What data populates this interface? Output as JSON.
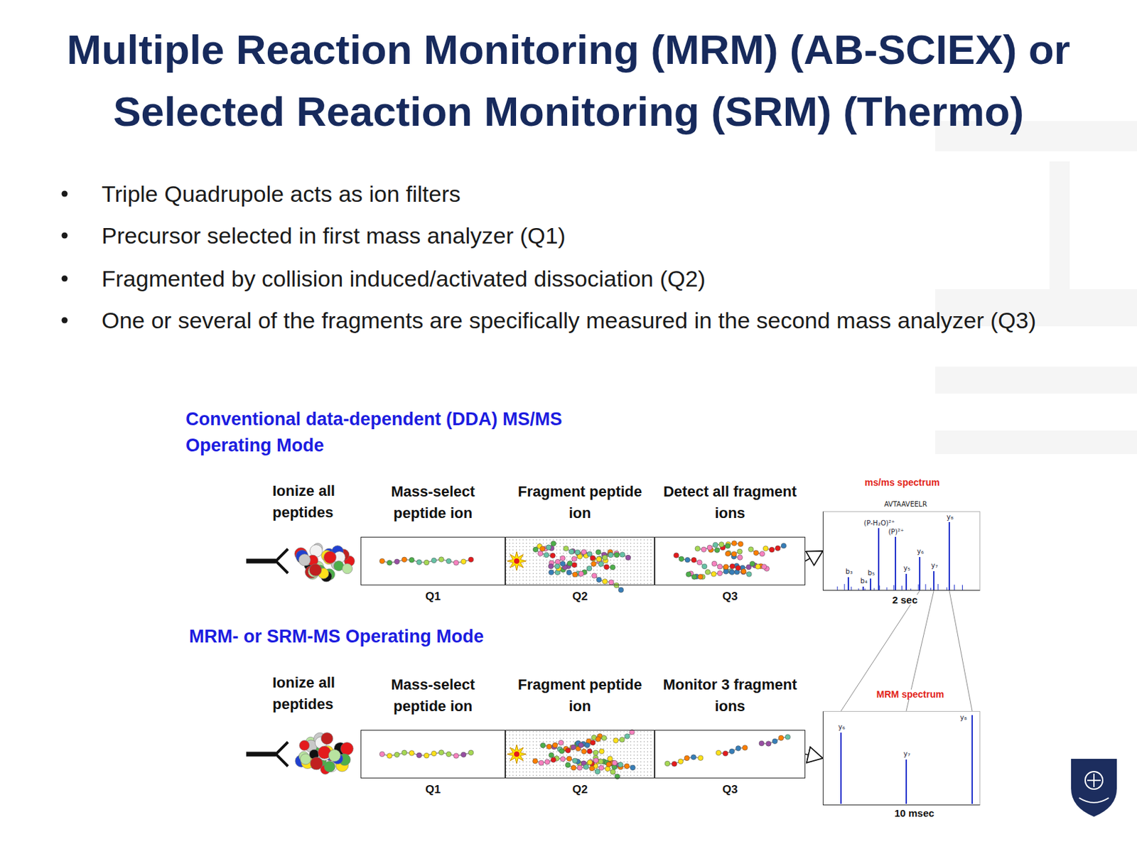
{
  "diagram": {
    "title": "Multiple Reaction Monitoring (MRM) (AB-SCIEX) or Selected Reaction Monitoring (SRM) (Thermo)",
    "nodes": [
      {
        "text": [
          "Mass-select peptide ion",
          "Q1"
        ]
      },
      {
        "text": [
          "Fragment peptide ion",
          "Q2"
        ]
      },
      {
        "text": [
          "Detect all fragment ions",
          "Q3"
        ]
      },
      {
        "text": [
          "ms/ms spectrum",
          "AVTAAVEELR",
          "(P-H₂O)²⁺",
          "(P)²⁺",
          "b₃",
          "b₄",
          "b₅",
          "y₅",
          "y₆",
          "y₇",
          "y₈",
          "2 sec"
        ]
      },
      {
        "text": [
          "Mass-select peptide ion",
          "Q1"
        ]
      },
      {
        "text": [
          "Fragment peptide ion",
          "Q2"
        ]
      },
      {
        "text": [
          "Monitor 3 fragment ions",
          "Q3"
        ]
      },
      {
        "text": [
          "MRM spectrum",
          "y₆",
          "y₇",
          "y₈",
          "10 msec"
        ]
      }
    ],
    "edges": [
      {
        "from": 2,
        "to": 3,
        "arrow": "to"
      },
      {
        "from": 6,
        "to": 7,
        "arrow": "to"
      },
      {
        "from": 3,
        "to": 7,
        "arrow": "none"
      },
      {
        "from": 3,
        "to": 7,
        "arrow": "none"
      },
      {
        "from": 3,
        "to": 7,
        "arrow": "none"
      }
    ],
    "labels": [
      "Triple Quadrupole acts as ion filters",
      "Precursor selected in first mass analyzer (Q1)",
      "Fragmented by collision induced/activated dissociation (Q2)",
      "One or several of the fragments are specifically measured in the second mass analyzer (Q3)",
      "Conventional data-dependent (DDA) MS/MS Operating Mode",
      "Ionize all peptides",
      "MRM- or SRM-MS Operating Mode",
      "Ionize all peptides"
    ]
  }
}
